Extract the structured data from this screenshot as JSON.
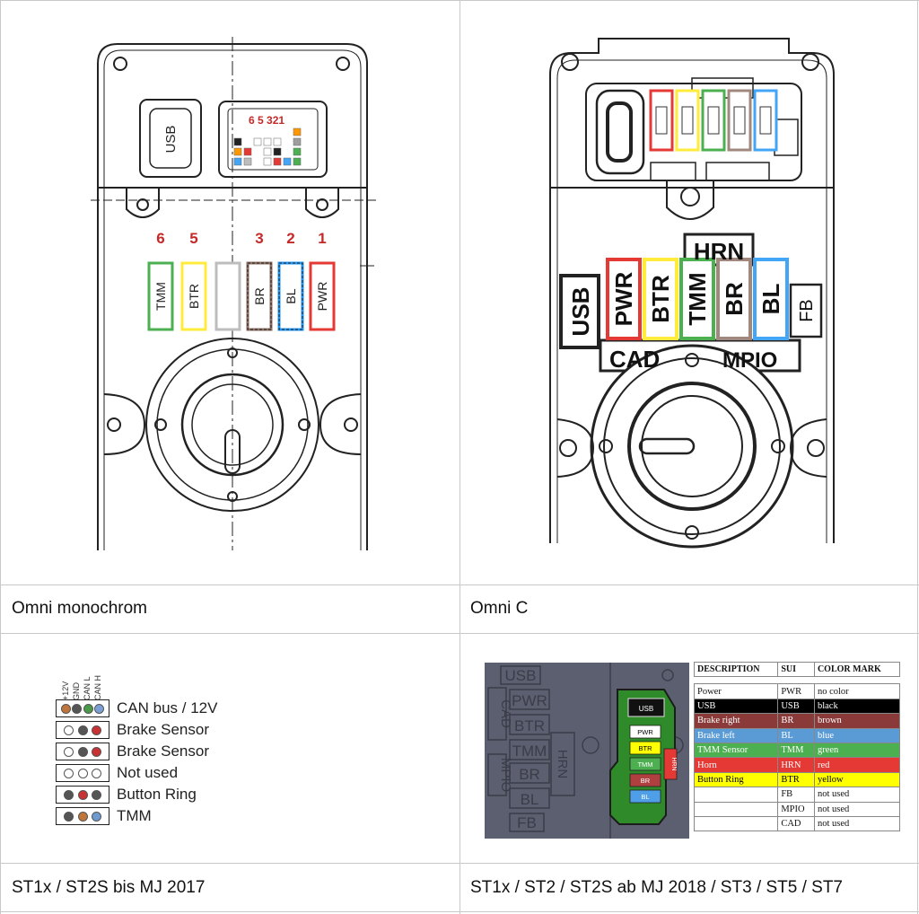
{
  "captions": {
    "top_left": "Omni monochrom",
    "top_right": "Omni C",
    "bottom_left": "ST1x / ST2S bis MJ 2017",
    "bottom_right": "ST1x / ST2 / ST2S ab MJ 2018 / ST3 / ST5 / ST7"
  },
  "omni_mono": {
    "usb_label": "USB",
    "port_numbers": [
      "6",
      "5",
      "3",
      "2",
      "1"
    ],
    "mini_header": "6 5  321",
    "slots": [
      {
        "num": "6",
        "label": "TMM",
        "color": "#4caf50"
      },
      {
        "num": "5",
        "label": "BTR",
        "color": "#ffeb3b"
      },
      {
        "num": "",
        "label": "",
        "color": "#bdbdbd"
      },
      {
        "num": "3",
        "label": "BR",
        "color": "#8d6e63"
      },
      {
        "num": "2",
        "label": "BL",
        "color": "#2196f3"
      },
      {
        "num": "1",
        "label": "PWR",
        "color": "#e53935"
      }
    ]
  },
  "omni_c": {
    "hrn_label": "HRN",
    "usb_label": "USB",
    "fb_label": "FB",
    "cad_label": "CAD",
    "mpio_label": "MPIO",
    "slots": [
      {
        "label": "PWR",
        "color": "#e53935"
      },
      {
        "label": "BTR",
        "color": "#ffeb3b"
      },
      {
        "label": "TMM",
        "color": "#4caf50"
      },
      {
        "label": "BR",
        "color": "#a1887f"
      },
      {
        "label": "BL",
        "color": "#42a5f5"
      }
    ],
    "fuse_colors": [
      "#e53935",
      "#ffeb3b",
      "#4caf50",
      "#a1887f",
      "#42a5f5"
    ]
  },
  "st_legend": {
    "pin_labels": [
      "+12V",
      "GND",
      "CAN L",
      "CAN H"
    ],
    "rows": [
      {
        "label": "CAN bus / 12V",
        "dots": [
          "#c0763a",
          "#555555",
          "#4a9a4a",
          "#7a9fd6"
        ]
      },
      {
        "label": "Brake Sensor",
        "dots": [
          "#ffffff",
          "#555555",
          "#c83232"
        ]
      },
      {
        "label": "Brake Sensor",
        "dots": [
          "#ffffff",
          "#555555",
          "#c83232"
        ]
      },
      {
        "label": "Not used",
        "dots": [
          "#ffffff",
          "#ffffff",
          "#ffffff"
        ]
      },
      {
        "label": "Button Ring",
        "dots": [
          "#555555",
          "#c83232",
          "#555555"
        ]
      },
      {
        "label": "TMM",
        "dots": [
          "#555555",
          "#c0763a",
          "#6f9ad0"
        ]
      }
    ]
  },
  "st_new": {
    "side_labels": [
      "USB",
      "PWR",
      "BTR",
      "TMM",
      "BR",
      "BL",
      "FB",
      "CAD",
      "MPIO",
      "HRN"
    ],
    "inner_labels": [
      "USB",
      "PWR",
      "BTR",
      "TMM",
      "BR",
      "BL",
      "HRN"
    ],
    "table": {
      "headers": [
        "DESCRIPTION",
        "SUI",
        "COLOR MARK"
      ],
      "rows": [
        {
          "desc": "Power",
          "sui": "PWR",
          "mark": "no color",
          "bg": "#ffffff",
          "fg": "#000000"
        },
        {
          "desc": "USB",
          "sui": "USB",
          "mark": "black",
          "bg": "#000000",
          "fg": "#ffffff"
        },
        {
          "desc": "Brake right",
          "sui": "BR",
          "mark": "brown",
          "bg": "#8b3a3a",
          "fg": "#ffffff"
        },
        {
          "desc": "Brake left",
          "sui": "BL",
          "mark": "blue",
          "bg": "#5b9bd5",
          "fg": "#ffffff"
        },
        {
          "desc": "TMM Sensor",
          "sui": "TMM",
          "mark": "green",
          "bg": "#4caf50",
          "fg": "#ffffff"
        },
        {
          "desc": "Horn",
          "sui": "HRN",
          "mark": "red",
          "bg": "#e53935",
          "fg": "#ffffff"
        },
        {
          "desc": "Button Ring",
          "sui": "BTR",
          "mark": "yellow",
          "bg": "#ffff00",
          "fg": "#000000"
        },
        {
          "desc": "",
          "sui": "FB",
          "mark": "not used",
          "bg": "#ffffff",
          "fg": "#000000"
        },
        {
          "desc": "",
          "sui": "MPIO",
          "mark": "not used",
          "bg": "#ffffff",
          "fg": "#000000"
        },
        {
          "desc": "",
          "sui": "CAD",
          "mark": "not used",
          "bg": "#ffffff",
          "fg": "#000000"
        }
      ]
    }
  }
}
